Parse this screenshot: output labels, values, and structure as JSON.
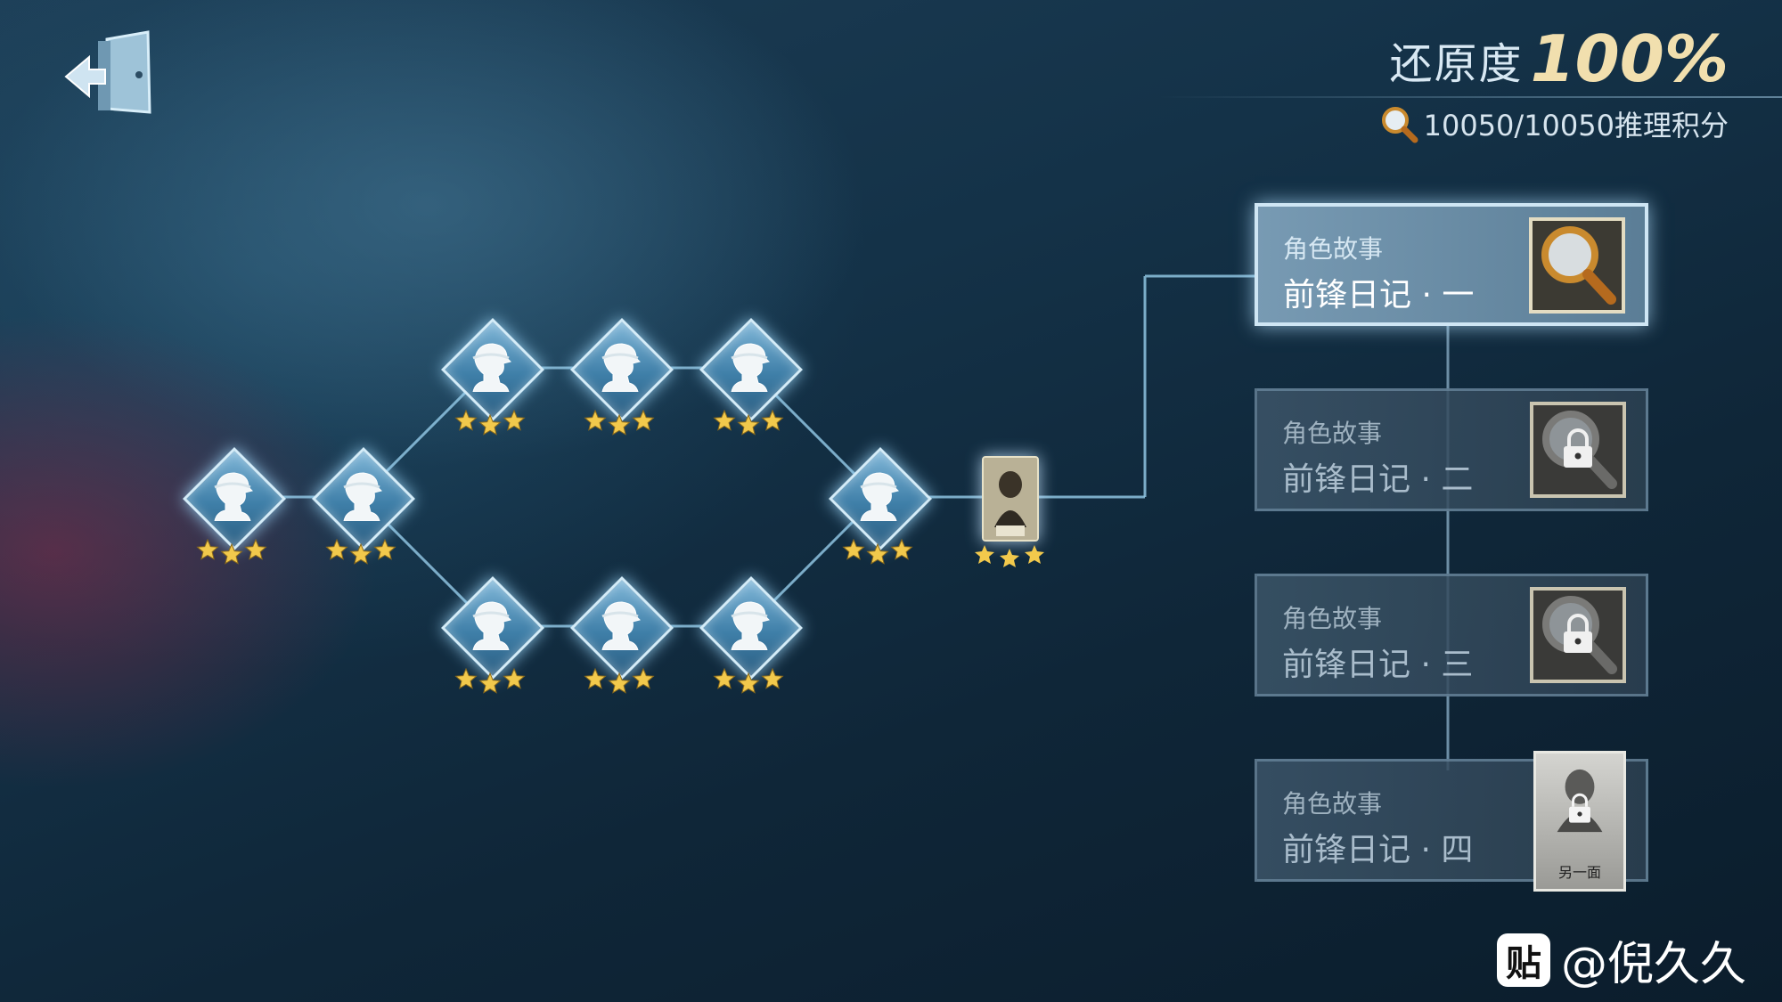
{
  "header": {
    "exit_icon": "exit-door-icon",
    "progress_label": "还原度",
    "progress_value": "100%",
    "score_icon": "magnifier-icon",
    "score_text": "10050/10050推理积分"
  },
  "tree": {
    "node_icon": "detective-bust-icon",
    "star_rating": 3,
    "star_max": 3,
    "star_color": "#f2c94c",
    "final_node_icon": "character-card-icon"
  },
  "stories": [
    {
      "category": "角色故事",
      "title": "前锋日记 · 一",
      "thumb_icon": "magnifier-icon",
      "locked": false
    },
    {
      "category": "角色故事",
      "title": "前锋日记 · 二",
      "thumb_icon": "locked-magnifier-icon",
      "locked": true
    },
    {
      "category": "角色故事",
      "title": "前锋日记 · 三",
      "thumb_icon": "locked-magnifier-icon",
      "locked": true
    },
    {
      "category": "角色故事",
      "title": "前锋日记 · 四",
      "thumb_icon": "locked-character-card-icon",
      "locked": true,
      "card_caption": "另一面"
    }
  ],
  "watermark": {
    "logo": "贴",
    "text": "@倪久久"
  }
}
